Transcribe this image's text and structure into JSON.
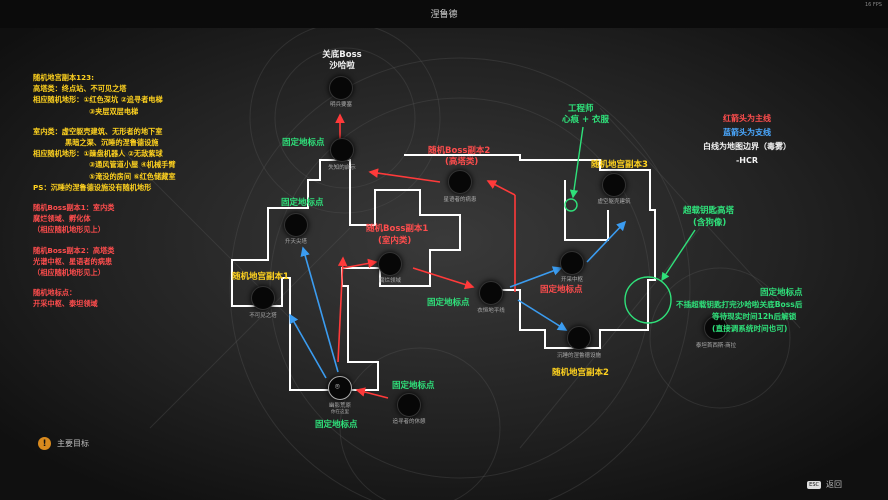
{
  "window": {
    "title": "涅鲁德",
    "fps": "16 FPS"
  },
  "nodes": {
    "n_mingbing": "明兵要塞",
    "n_tianzhe": "失知的启示",
    "n_shengdu": "升天尖塔",
    "n_kejian": "不可见之塔",
    "n_xinyu": "星语者的病患",
    "n_fulan": "腐烂领域",
    "n_xukong": "虚空躯壳建筑",
    "n_kaicai": "开采中枢",
    "n_yihen": "衣恒地平线",
    "n_chenshui": "沉睡的涅鲁德设施",
    "n_youying": "幽影荒原",
    "n_youying_sub": "你在这里",
    "n_zhuixun": "追寻者的休憩",
    "n_taikan": "泰坦首西斯·商拉"
  },
  "labels": {
    "boss_title": "关底Boss",
    "boss_name": "沙哈啦",
    "fixed": "固定地标点",
    "random3": "随机地宫副本3",
    "random1": "随机地宫副本1",
    "random2": "随机地宫副本2",
    "boss_random1a": "随机Boss副本1",
    "boss_random1b": "(室内类)",
    "boss_random2a": "随机Boss副本2",
    "boss_random2b": "(高塔类)",
    "engineer_a": "工程师",
    "engineer_b": "心痕 + 衣服",
    "key_a": "超载钥匙高塔",
    "key_b": "(含狗像)",
    "right_fixed": "固定地标点",
    "right_note1": "不插超载钥匙打完沙哈啦关底Boss后",
    "right_note2": "等待现实时间12h后解锁",
    "right_note3": "(直接调系统时间也可)"
  },
  "legend_notes": {
    "red": "红箭头为主线",
    "blue": "蓝箭头为支线",
    "white": "白线为地图边界（毒雾）",
    "hcr": "-HCR"
  },
  "left_notes": {
    "g1": [
      "随机地宫副本123:",
      "高塔类：终点站、不可见之塔",
      "相应随机地形：①红色深坑 ②追寻者电梯",
      "③夹层双层电梯"
    ],
    "g2": [
      "室内类：虚空躯壳建筑、无形者的地下室",
      "黑暗之渠、沉睡的涅鲁德设施",
      "相应随机地形：①躁盘机器人 ②无敌紫球",
      "③通风管道小屋 ④机械手臂",
      "⑤淹没的房间 ⑥红色储藏室",
      "PS：沉睡的涅鲁德设施没有随机地形"
    ],
    "g3": [
      "随机Boss副本1：室内类",
      "腐烂领域、孵化体",
      "（相应随机地形见上）"
    ],
    "g4": [
      "随机Boss副本2：高塔类",
      "光谱中枢、星语者的病患",
      "（相应随机地形见上）"
    ],
    "g5": [
      "随机地标点：",
      "开采中枢、泰坦领域"
    ]
  },
  "footer": {
    "legend_label": "主要目标",
    "legend_icon": "!",
    "back_label": "返回",
    "back_key": "ESC"
  },
  "colors": {
    "red_arrow": "#ff3a3a",
    "blue_arrow": "#3b9cf0",
    "green": "#2fe07a",
    "boundary": "#ffffff"
  }
}
